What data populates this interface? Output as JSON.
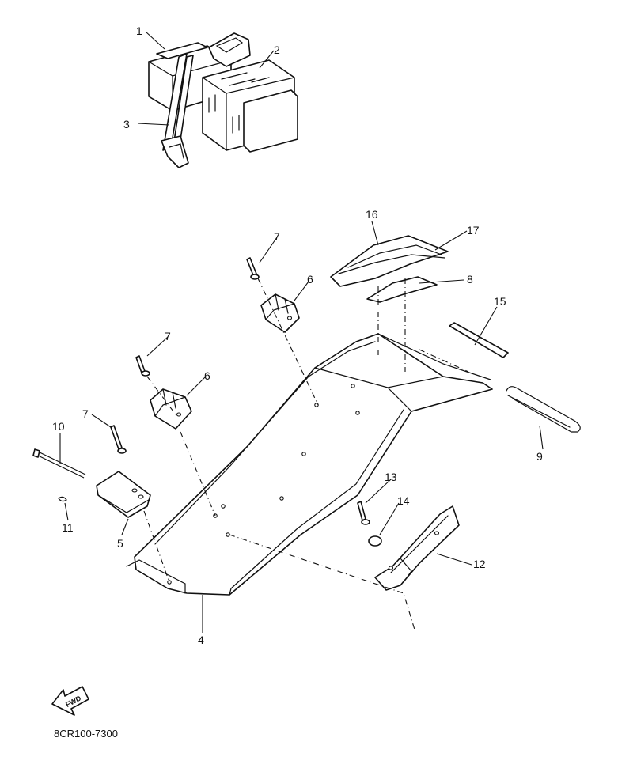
{
  "callouts": [
    {
      "id": "c1",
      "label": "1"
    },
    {
      "id": "c2",
      "label": "2"
    },
    {
      "id": "c3",
      "label": "3"
    },
    {
      "id": "c4",
      "label": "4"
    },
    {
      "id": "c5",
      "label": "5"
    },
    {
      "id": "c6a",
      "label": "6"
    },
    {
      "id": "c6b",
      "label": "6"
    },
    {
      "id": "c7a",
      "label": "7"
    },
    {
      "id": "c7b",
      "label": "7"
    },
    {
      "id": "c7c",
      "label": "7"
    },
    {
      "id": "c8",
      "label": "8"
    },
    {
      "id": "c9",
      "label": "9"
    },
    {
      "id": "c10",
      "label": "10"
    },
    {
      "id": "c11",
      "label": "11"
    },
    {
      "id": "c12",
      "label": "12"
    },
    {
      "id": "c13",
      "label": "13"
    },
    {
      "id": "c14",
      "label": "14"
    },
    {
      "id": "c15",
      "label": "15"
    },
    {
      "id": "c16",
      "label": "16"
    },
    {
      "id": "c17",
      "label": "17"
    }
  ],
  "fwd_label": "FWD",
  "figure_code": "8CR100-7300"
}
